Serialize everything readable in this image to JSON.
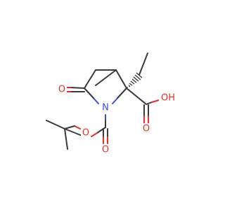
{
  "molecule": {
    "atoms": {
      "n1": "N",
      "o_ring": "O",
      "o_boc_ester": "O",
      "o_boc_carbonyl": "O",
      "o_acid_carbonyl": "O",
      "o_acid_hydroxyl": "OH"
    },
    "colors": {
      "bond": "#3a3a3a",
      "oxygen": "#e8302a",
      "nitrogen": "#3a4fe0"
    }
  }
}
